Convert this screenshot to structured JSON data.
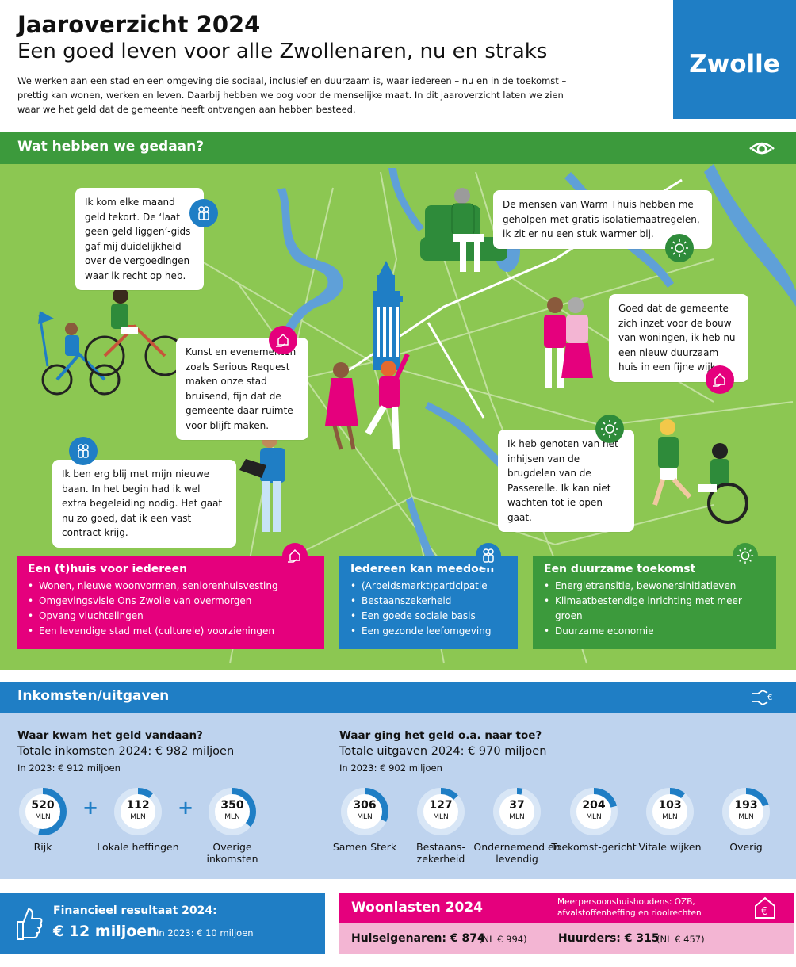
{
  "header": {
    "title": "Jaaroverzicht 2024",
    "subtitle": "Een goed leven voor alle Zwollenaren, nu en straks",
    "intro": "We werken aan een stad en een omgeving die sociaal, inclusief en duurzaam is, waar iedereen – nu en in de toekomst – prettig kan wonen, werken en leven. Daarbij hebben we oog voor de menselijke maat. In dit jaaroverzicht laten we zien waar we het geld dat de gemeente heeft ontvangen aan hebben besteed.",
    "logo": "Zwolle"
  },
  "colors": {
    "green_dark": "#3c9a3c",
    "green_light": "#8cc752",
    "blue": "#1f7ec5",
    "pink": "#e5007d",
    "pink_light": "#f3b5d3",
    "blue_light": "#bed3ee"
  },
  "section1": {
    "title": "Wat hebben we gedaan?",
    "icon": "eye-icon",
    "quotes": [
      {
        "text": "Ik kom elke maand geld tekort. De ‘laat geen geld liggen’-gids gaf mij duidelijkheid over de vergoedingen waar ik recht op heb.",
        "icon": "people-icon"
      },
      {
        "text": "De mensen van Warm Thuis hebben me geholpen met gratis isolatiemaatregelen, ik zit er nu een stuk warmer bij.",
        "icon": "sun-icon"
      },
      {
        "text": "Goed dat de gemeente zich inzet voor de bouw van woningen, ik heb nu een nieuw duurzaam huis in een fijne wijk.",
        "icon": "house-hand-icon"
      },
      {
        "text": "Kunst en evenementen zoals Serious Request maken onze stad bruisend, fijn dat de gemeente daar ruimte voor blijft maken.",
        "icon": "house-hand-icon"
      },
      {
        "text": "Ik heb genoten van het inhijsen van de brugdelen van de Passerelle. Ik kan niet wachten tot ie open gaat.",
        "icon": "sun-icon"
      },
      {
        "text": "Ik ben erg blij met mijn nieuwe baan. In het begin had ik wel extra begeleiding nodig. Het gaat nu zo goed, dat ik een vast contract krijg.",
        "icon": "people-icon"
      }
    ],
    "themes": [
      {
        "title": "Een (t)huis voor iedereen",
        "items": [
          "Wonen, nieuwe woonvormen, seniorenhuisvesting",
          "Omgevingsvisie Ons Zwolle van overmorgen",
          "Opvang vluchtelingen",
          "Een levendige stad met (culturele) voorzieningen"
        ]
      },
      {
        "title": "Iedereen kan meedoen",
        "items": [
          "(Arbeidsmarkt)participatie",
          "Bestaanszekerheid",
          "Een goede sociale basis",
          "Een gezonde leefomgeving"
        ]
      },
      {
        "title": "Een duurzame toekomst",
        "items": [
          "Energietransitie, bewonersinitiatieven",
          "Klimaatbestendige inrichting met meer groen",
          "Duurzame economie"
        ]
      }
    ]
  },
  "section2": {
    "title": "Inkomsten/uitgaven",
    "icon": "hands-exchange-icon",
    "income": {
      "heading": "Waar kwam het geld vandaan?",
      "total": "Totale inkomsten 2024: € 982 miljoen",
      "prev": "In 2023: € 912 miljoen",
      "items": [
        {
          "value": "520",
          "unit": "MLN",
          "label": "Rijk",
          "share": 0.53
        },
        {
          "value": "112",
          "unit": "MLN",
          "label": "Lokale heffingen",
          "share": 0.11
        },
        {
          "value": "350",
          "unit": "MLN",
          "label": "Overige inkomsten",
          "share": 0.36
        }
      ],
      "plus": "+"
    },
    "expenses": {
      "heading": "Waar ging het geld o.a. naar toe?",
      "total": "Totale uitgaven 2024: € 970 miljoen",
      "prev": "In 2023: € 902 miljoen",
      "items": [
        {
          "value": "306",
          "unit": "MLN",
          "label": "Samen Sterk",
          "share": 0.32
        },
        {
          "value": "127",
          "unit": "MLN",
          "label": "Bestaans-zekerheid",
          "share": 0.13
        },
        {
          "value": "37",
          "unit": "MLN",
          "label": "Ondernemend en levendig",
          "share": 0.04
        },
        {
          "value": "204",
          "unit": "MLN",
          "label": "Toekomst-gericht",
          "share": 0.21
        },
        {
          "value": "103",
          "unit": "MLN",
          "label": "Vitale wijken",
          "share": 0.11
        },
        {
          "value": "193",
          "unit": "MLN",
          "label": "Overig",
          "share": 0.2
        }
      ]
    }
  },
  "result": {
    "label": "Financieel resultaat 2024:",
    "amount": "€ 12 miljoen",
    "prev": "In 2023: € 10 miljoen",
    "icon": "thumbs-up-icon"
  },
  "woonlasten": {
    "title": "Woonlasten 2024",
    "note": "Meerpersoonshuishoudens: OZB, afvalstoffenheffing en rioolrechten",
    "icon": "house-euro-icon",
    "owners": "Huiseigenaren: € 874",
    "owners_nl": "(NL € 994)",
    "renters": "Huurders: € 315",
    "renters_nl": "(NL € 457)"
  }
}
